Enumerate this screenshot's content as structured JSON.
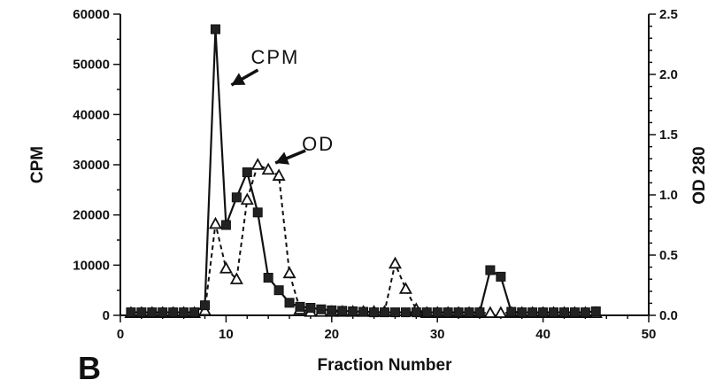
{
  "chart_data": {
    "type": "line",
    "panel_label": "B",
    "xlabel": "Fraction Number",
    "ylabel": "CPM",
    "y2label": "OD 280",
    "xlim": [
      0,
      50
    ],
    "ylim": [
      0,
      60000
    ],
    "y2lim": [
      0,
      2.5
    ],
    "x_ticks": [
      0,
      10,
      20,
      30,
      40,
      50
    ],
    "y_ticks": [
      0,
      10000,
      20000,
      30000,
      40000,
      50000,
      60000
    ],
    "y2_ticks": [
      0.0,
      0.5,
      1.0,
      1.5,
      2.0,
      2.5
    ],
    "y_tick_labels": [
      "0",
      "10000",
      "20000",
      "30000",
      "40000",
      "50000",
      "60000"
    ],
    "y2_tick_labels": [
      "0.0",
      "0.5",
      "1.0",
      "1.5",
      "2.0",
      "2.5"
    ],
    "series": [
      {
        "name": "CPM",
        "axis": "left",
        "style": "solid",
        "marker": "square",
        "x": [
          1,
          2,
          3,
          4,
          5,
          6,
          7,
          8,
          9,
          10,
          11,
          12,
          13,
          14,
          15,
          16,
          17,
          18,
          19,
          20,
          21,
          22,
          23,
          24,
          25,
          26,
          27,
          28,
          29,
          30,
          31,
          32,
          33,
          34,
          35,
          36,
          37,
          38,
          39,
          40,
          41,
          42,
          43,
          44,
          45
        ],
        "y": [
          600,
          600,
          600,
          600,
          600,
          600,
          600,
          2000,
          57000,
          18000,
          23500,
          28500,
          20500,
          7500,
          5000,
          2500,
          1700,
          1500,
          1200,
          1000,
          900,
          800,
          700,
          600,
          600,
          600,
          600,
          600,
          600,
          600,
          600,
          600,
          600,
          600,
          9000,
          7700,
          700,
          600,
          600,
          600,
          600,
          600,
          600,
          600,
          800
        ]
      },
      {
        "name": "OD",
        "axis": "right",
        "style": "dashed",
        "marker": "triangle",
        "x": [
          1,
          2,
          3,
          4,
          5,
          6,
          7,
          8,
          9,
          10,
          11,
          12,
          13,
          14,
          15,
          16,
          17,
          18,
          19,
          20,
          21,
          22,
          23,
          24,
          25,
          26,
          27,
          28,
          29,
          30,
          31,
          32,
          33,
          34,
          35,
          36,
          37,
          38,
          39,
          40,
          41,
          42,
          43,
          44,
          45
        ],
        "y": [
          0.02,
          0.02,
          0.02,
          0.02,
          0.02,
          0.02,
          0.02,
          0.04,
          0.76,
          0.39,
          0.3,
          0.96,
          1.25,
          1.21,
          1.16,
          0.35,
          0.05,
          0.03,
          0.03,
          0.03,
          0.03,
          0.03,
          0.03,
          0.03,
          0.03,
          0.43,
          0.22,
          0.05,
          0.02,
          0.02,
          0.02,
          0.02,
          0.02,
          0.02,
          0.02,
          0.02,
          0.02,
          0.02,
          0.02,
          0.02,
          0.02,
          0.02,
          0.02,
          0.02,
          0.02
        ]
      }
    ],
    "annotations": [
      {
        "text": "CPM",
        "points_to_series": "CPM",
        "at_x": 9
      },
      {
        "text": "OD",
        "points_to_series": "OD",
        "at_x": 14.5
      }
    ],
    "grid": false,
    "legend": "none"
  }
}
